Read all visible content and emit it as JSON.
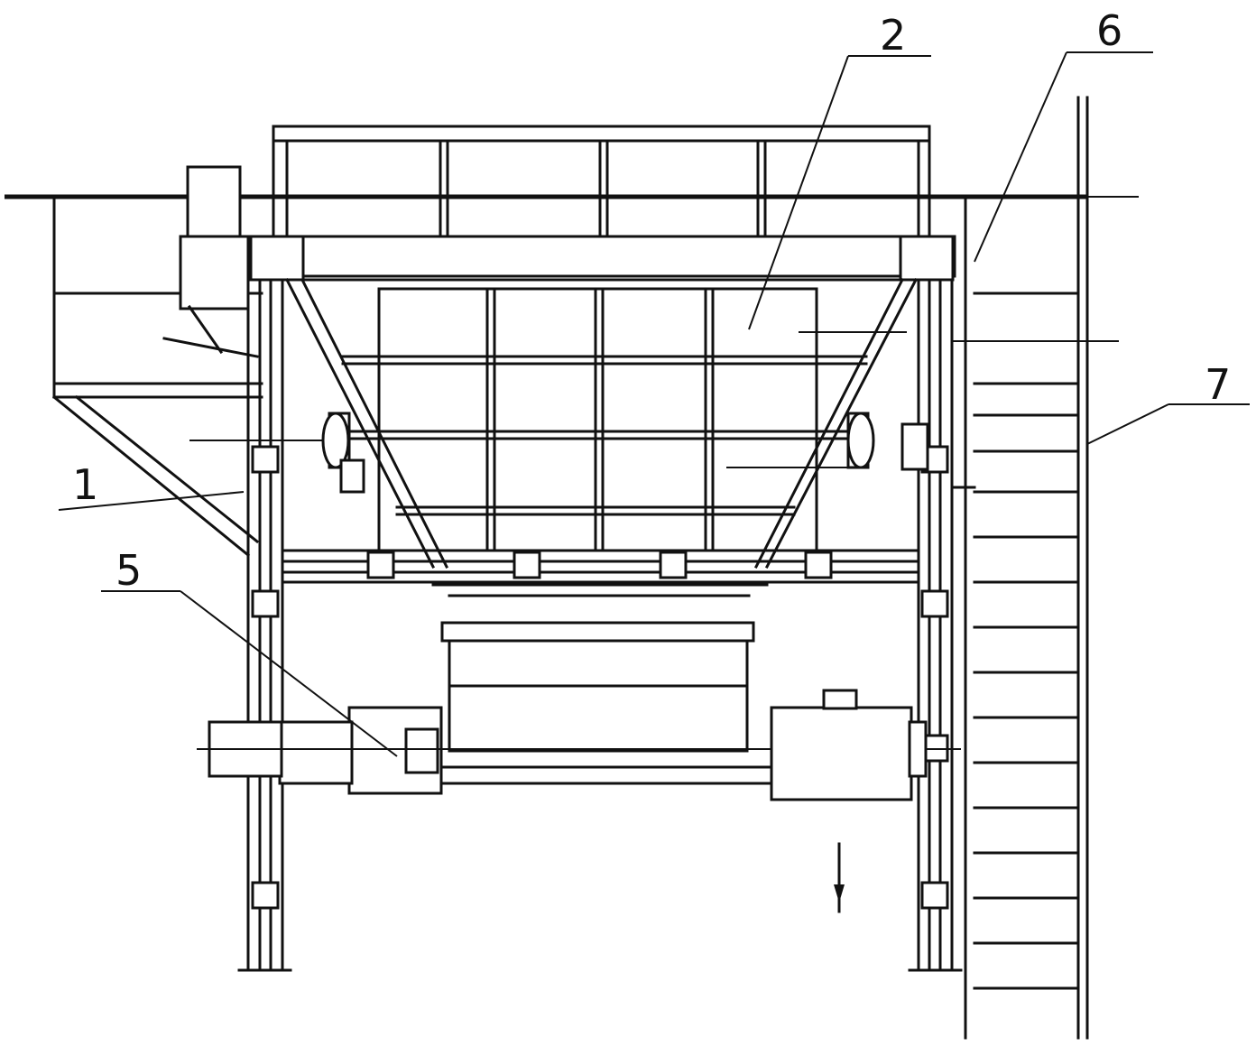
{
  "callouts": [
    {
      "id": "1",
      "text": "1"
    },
    {
      "id": "2",
      "text": "2"
    },
    {
      "id": "5",
      "text": "5"
    },
    {
      "id": "6",
      "text": "6"
    },
    {
      "id": "7",
      "text": "7"
    }
  ],
  "colors": {
    "line": "#111111",
    "background": "#ffffff"
  }
}
